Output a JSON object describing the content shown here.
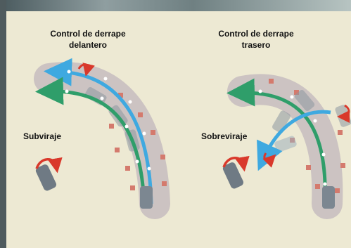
{
  "diagrams": [
    {
      "caption": "Control de derrape\ndelantero",
      "condition": "Subviraje",
      "colors": {
        "corrected_path": "#3fa9e0",
        "intended_path": "#2f9e6a"
      }
    },
    {
      "caption": "Control de derrape\ntrasero",
      "condition": "Sobreviraje",
      "colors": {
        "corrected_path": "#3fa9e0",
        "intended_path": "#2f9e6a"
      }
    }
  ],
  "colors": {
    "panel_bg": "#ede9d3",
    "road": "#c8bfc0",
    "car": "#7c8791",
    "marker": "#d47a6d",
    "rotation_arrow": "#d9392b"
  }
}
